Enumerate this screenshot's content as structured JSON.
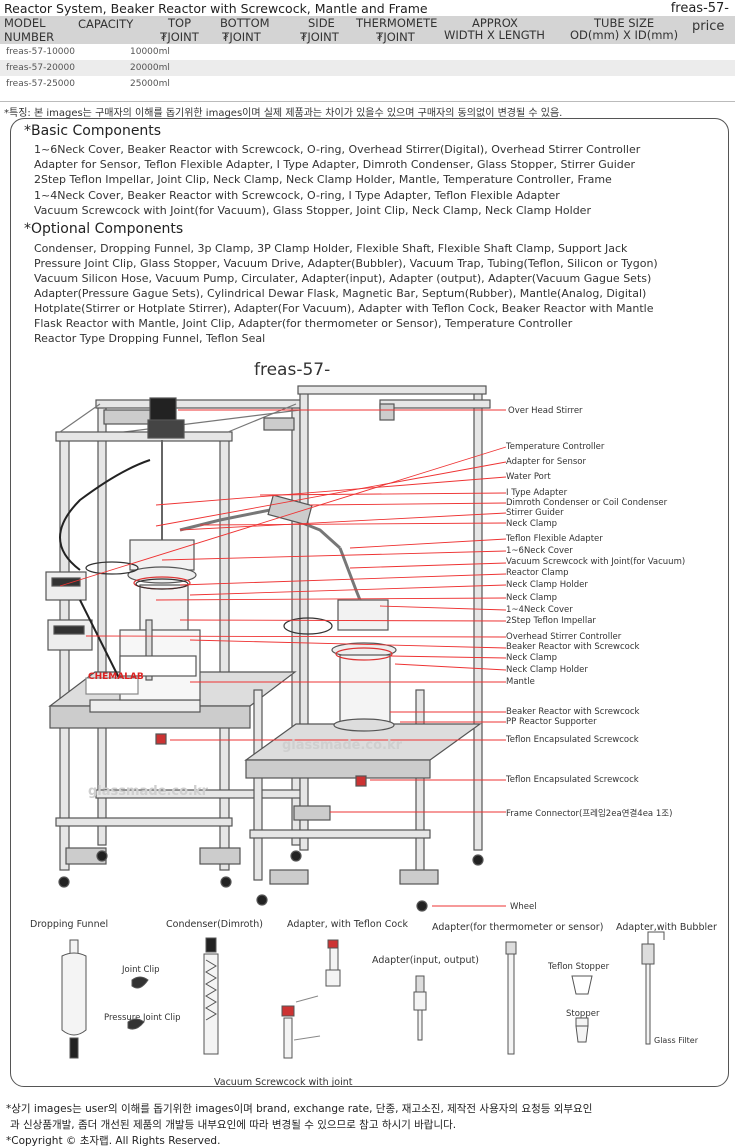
{
  "header": {
    "title": "Reactor System, Beaker Reactor with Screwcock, Mantle and Frame",
    "code": "freas-57-",
    "price_label": "price",
    "columns": {
      "model1": "MODEL",
      "model2": "NUMBER",
      "capacity": "CAPACITY",
      "top1": "TOP",
      "top2": "₮JOINT",
      "bottom1": "BOTTOM",
      "bottom2": "₮JOINT",
      "side1": "SIDE",
      "side2": "₮JOINT",
      "thermo1": "THERMOMETE",
      "thermo2": "₮JOINT",
      "approx1": "APPROX",
      "approx2": "WIDTH X LENGTH",
      "tube1": "TUBE SIZE",
      "tube2": "OD(mm) X ID(mm)"
    }
  },
  "products": [
    {
      "model": "freas-57-10000",
      "capacity": "10000ml"
    },
    {
      "model": "freas-57-20000",
      "capacity": "20000ml"
    },
    {
      "model": "freas-57-25000",
      "capacity": "25000ml"
    }
  ],
  "notice": "*특징: 본 images는 구매자의 이해를 돕기위한 images이며 실제 제품과는 차이가 있을수 있으며 구매자의 동의없이 변경될 수 있음.",
  "basic": {
    "heading": "*Basic Components",
    "lines": [
      "1~6Neck Cover, Beaker Reactor with Screwcock, O-ring, Overhead Stirrer(Digital), Overhead Stirrer Controller",
      "Adapter for Sensor, Teflon Flexible Adapter, I Type Adapter, Dimroth Condenser, Glass Stopper, Stirrer Guider",
      "2Step Teflon Impellar, Joint Clip, Neck Clamp, Neck Clamp Holder, Mantle, Temperature Controller, Frame",
      "1~4Neck Cover, Beaker Reactor with Screwcock, O-ring, I Type Adapter, Teflon Flexible Adapter",
      "Vacuum Screwcock with Joint(for Vacuum), Glass Stopper, Joint Clip, Neck Clamp, Neck Clamp Holder"
    ]
  },
  "optional": {
    "heading": "*Optional Components",
    "lines": [
      "Condenser, Dropping Funnel, 3p Clamp, 3P Clamp Holder, Flexible Shaft, Flexible Shaft Clamp, Support Jack",
      "Pressure Joint Clip, Glass Stopper, Vacuum Drive, Adapter(Bubbler), Vacuum Trap, Tubing(Teflon, Silicon or Tygon)",
      "Vacuum Silicon Hose, Vacuum Pump, Circulater, Adapter(input), Adapter (output), Adapter(Vacuum Gague Sets)",
      "Adapter(Pressure Gague Sets), Cylindrical Dewar Flask, Magnetic Bar, Septum(Rubber), Mantle(Analog, Digital)",
      "Hotplate(Stirrer or Hotplate Stirrer), Adapter(For Vacuum), Adapter with Teflon Cock, Beaker Reactor with Mantle",
      "Flask Reactor with Mantle, Joint Clip, Adapter(for thermometer or Sensor), Temperature Controller",
      "Reactor Type Dropping Funnel, Teflon Seal"
    ]
  },
  "diagram": {
    "title": "freas-57-",
    "watermark": "glassmade.co.kr",
    "brand": "CHEMALAB",
    "labels": [
      "Over Head Stirrer",
      "Temperature Controller",
      "Adapter for Sensor",
      "Water Port",
      "I Type Adapter",
      "Dimroth Condenser or Coil Condenser",
      "Stirrer Guider",
      "Neck Clamp",
      "Teflon Flexible Adapter",
      "1~6Neck Cover",
      "Vacuum Screwcock with Joint(for Vacuum)",
      "Reactor Clamp",
      "Neck Clamp Holder",
      "Neck Clamp",
      "1~4Neck Cover",
      "2Step Teflon Impellar",
      "Overhead Stirrer Controller",
      "Beaker Reactor with Screwcock",
      "Neck Clamp",
      "Neck Clamp Holder",
      "Mantle",
      "Beaker Reactor with Screwcock",
      "PP Reactor Supporter",
      "Teflon Encapsulated Screwcock",
      "Teflon Encapsulated Screwcock",
      "Frame Connector(프레임2ea연결4ea 1조)",
      "Wheel"
    ]
  },
  "accessories": {
    "dropping_funnel": "Dropping Funnel",
    "condenser": "Condenser(Dimroth)",
    "adapter_cock": "Adapter, with Teflon Cock",
    "adapter_thermo": "Adapter(for thermometer or sensor)",
    "adapter_bubbler": "Adapter,with Bubbler",
    "joint_clip": "Joint Clip",
    "pressure_clip": "Pressure Joint Clip",
    "adapter_io": "Adapter(input, output)",
    "teflon_stopper": "Teflon Stopper",
    "stopper": "Stopper",
    "glass_filter": "Glass Filter",
    "vacuum_screwcock": "Vacuum Screwcock with joint"
  },
  "footer": {
    "line1": "*상기 images는 user의 이해를 돕기위한 images이며 brand, exchange rate, 단종, 재고소진, 제작전 사용자의 요청등 외부요인",
    "line2": "과 신상품개발, 좀더 개선된 제품의 개발등 내부요인에 따라 변경될 수 있으므로 참고 하시기 바랍니다.",
    "copyright": "*Copyright © 초자랩.    All Rights Reserved."
  }
}
